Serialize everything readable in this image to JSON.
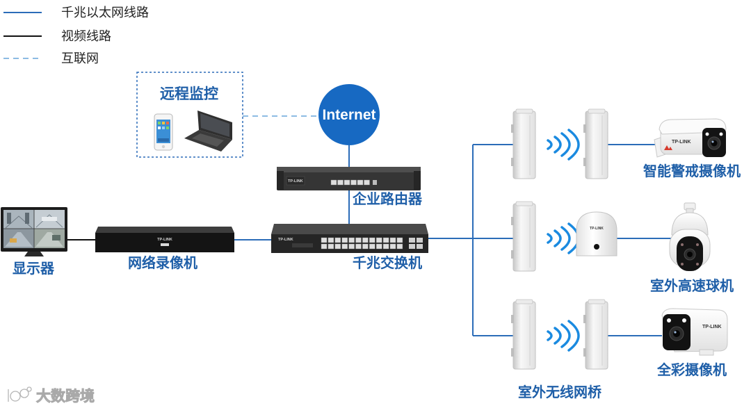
{
  "legend": [
    {
      "label": "千兆以太网线路",
      "color": "#2b6cb8",
      "dashed": false
    },
    {
      "label": "视频线路",
      "color": "#111111",
      "dashed": false
    },
    {
      "label": "互联网",
      "color": "#8cbbe3",
      "dashed": true
    }
  ],
  "remote_monitoring": {
    "title": "远程监控",
    "icons": [
      "phone-icon",
      "laptop-icon"
    ]
  },
  "internet": {
    "label": "Internet",
    "color": "#1769c2"
  },
  "network": {
    "router_label": "企业路由器",
    "switch_label": "千兆交换机",
    "nvr_label": "网络录像机",
    "monitor_label": "显示器",
    "bridge_label": "室外无线网桥"
  },
  "cameras": [
    {
      "label": "智能警戒摄像机",
      "icon": "bullet-camera-icon"
    },
    {
      "label": "室外高速球机",
      "icon": "speed-dome-camera-icon"
    },
    {
      "label": "全彩摄像机",
      "icon": "bullet-camera-icon"
    }
  ],
  "brand": "TP-LINK",
  "watermark": "大数跨境",
  "colors": {
    "label": "#1f5fa8",
    "wireless_signal": "#1a8ae0"
  }
}
